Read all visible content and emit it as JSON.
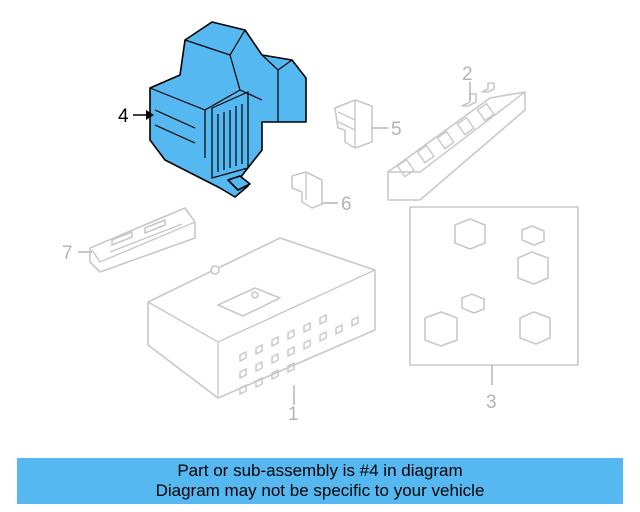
{
  "callouts": {
    "c1": "1",
    "c2": "2",
    "c3": "3",
    "c4": "4",
    "c5": "5",
    "c6": "6",
    "c7": "7"
  },
  "highlighted_part": "4",
  "colors": {
    "highlight": "#55b8f0",
    "ghost_outline": "#c8c8c8",
    "banner": "#55b8f0"
  },
  "banner": {
    "line1": "Part or sub-assembly is #4 in diagram",
    "line2": "Diagram may not be specific to your vehicle"
  }
}
